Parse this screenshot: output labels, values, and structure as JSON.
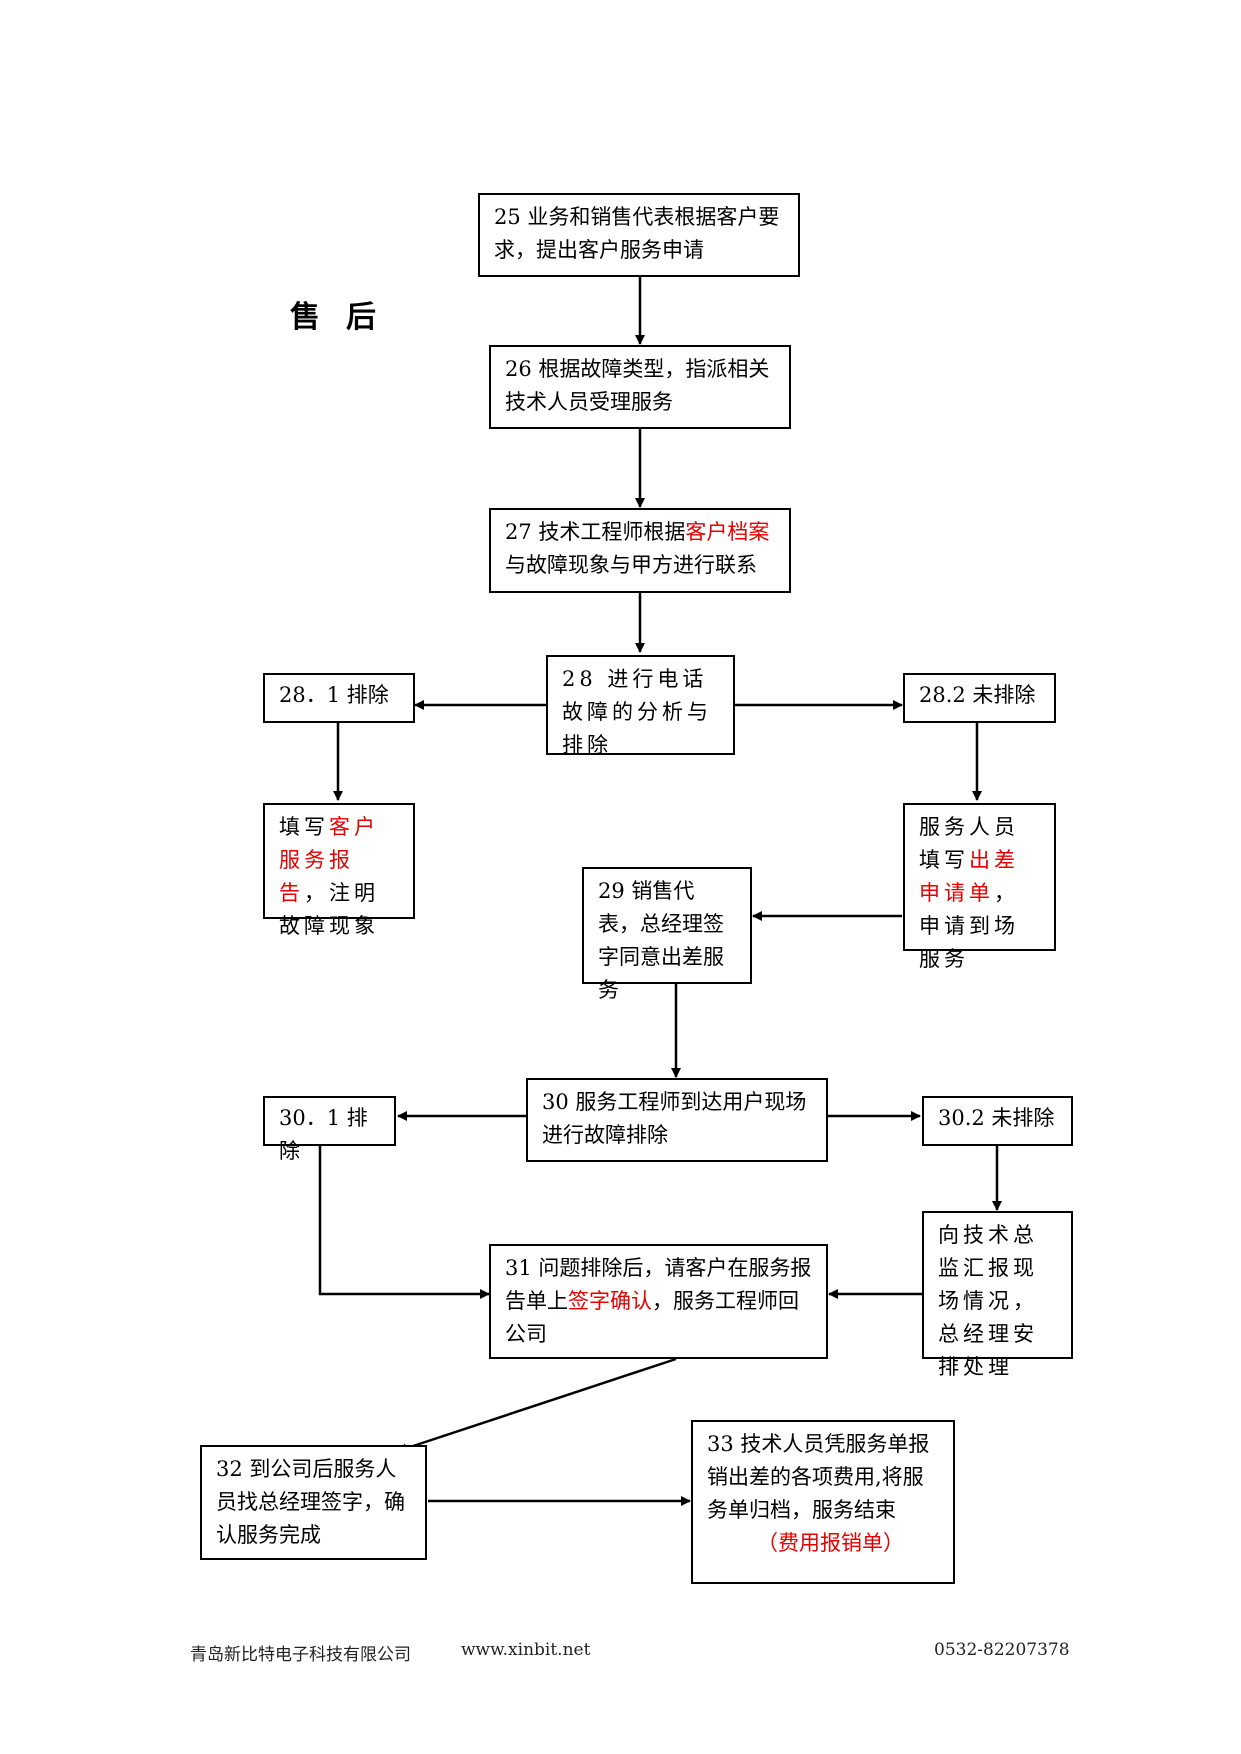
{
  "title": "售后",
  "nodes": {
    "n25": {
      "text": "25 业务和销售代表根据客户要求，提出客户服务申请"
    },
    "n26": {
      "text": "26 根据故障类型，指派相关技术人员受理服务"
    },
    "n27": {
      "pre": "27 技术工程师根据",
      "red": "客户档案",
      "post": "与故障现象与甲方进行联系"
    },
    "n28": {
      "text": "28 进行电话故障的分析与排除"
    },
    "n28_1": {
      "text": "28．1 排除"
    },
    "n28_2": {
      "text": "28.2 未排除"
    },
    "fill_report": {
      "pre": "填写",
      "red": "客户服务报告",
      "post": "，注明故障现象"
    },
    "fill_trip": {
      "pre": "服务人员填写",
      "red": "出差申请单",
      "post": "，申请到场服务"
    },
    "n29": {
      "text": "29 销售代表，总经理签字同意出差服务"
    },
    "n30": {
      "text": "30 服务工程师到达用户现场进行故障排除"
    },
    "n30_1": {
      "text": "30．1 排除"
    },
    "n30_2": {
      "text": "30.2 未排除"
    },
    "report_gm": {
      "text": "向技术总监汇报现场情况，总经理安排处理"
    },
    "n31": {
      "pre": "31 问题排除后，请客户在服务报告单上",
      "red": "签字确认",
      "post": "，服务工程师回公司"
    },
    "n32": {
      "text": "32 到公司后服务人员找总经理签字，确认服务完成"
    },
    "n33": {
      "text": "33 技术人员凭服务单报销出差的各项费用,将服务单归档，服务结束",
      "red": "（费用报销单）"
    }
  },
  "footer": {
    "company": "青岛新比特电子科技有限公司",
    "website": "www.xinbit.net",
    "phone": "0532-82207378"
  }
}
